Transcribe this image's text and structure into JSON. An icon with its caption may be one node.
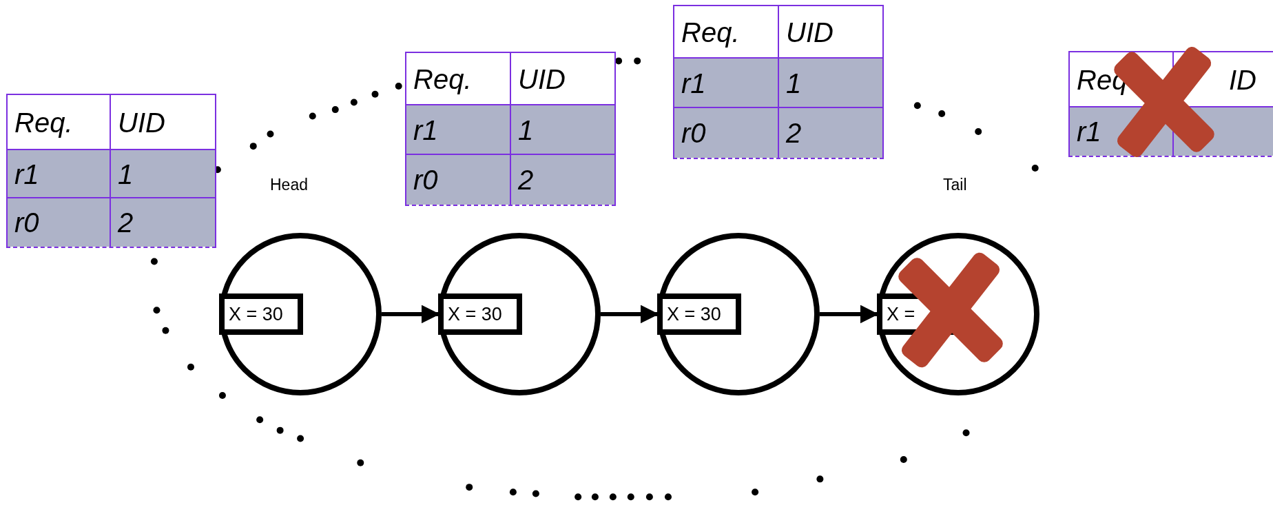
{
  "diagram": {
    "nodes": [
      {
        "text": [
          "X = 30"
        ],
        "beside": [
          "Head"
        ]
      },
      {
        "text": [
          "X = 30"
        ]
      },
      {
        "text": [
          "X = 30"
        ]
      },
      {
        "text": [
          "X ="
        ],
        "beside": [
          "Tail"
        ]
      }
    ],
    "edges": [
      {
        "from": 0,
        "to": 1,
        "arrow": "to"
      },
      {
        "from": 1,
        "to": 2,
        "arrow": "to"
      },
      {
        "from": 2,
        "to": 3,
        "arrow": "to"
      }
    ],
    "labels": [
      "Req.",
      "UID",
      "r1",
      "1",
      "r0",
      "2",
      "Req.",
      "UID",
      "r1",
      "1",
      "r0",
      "2",
      "Req.",
      "UID",
      "r1",
      "1",
      "r0",
      "2",
      "Req",
      "ID",
      "r1"
    ]
  }
}
